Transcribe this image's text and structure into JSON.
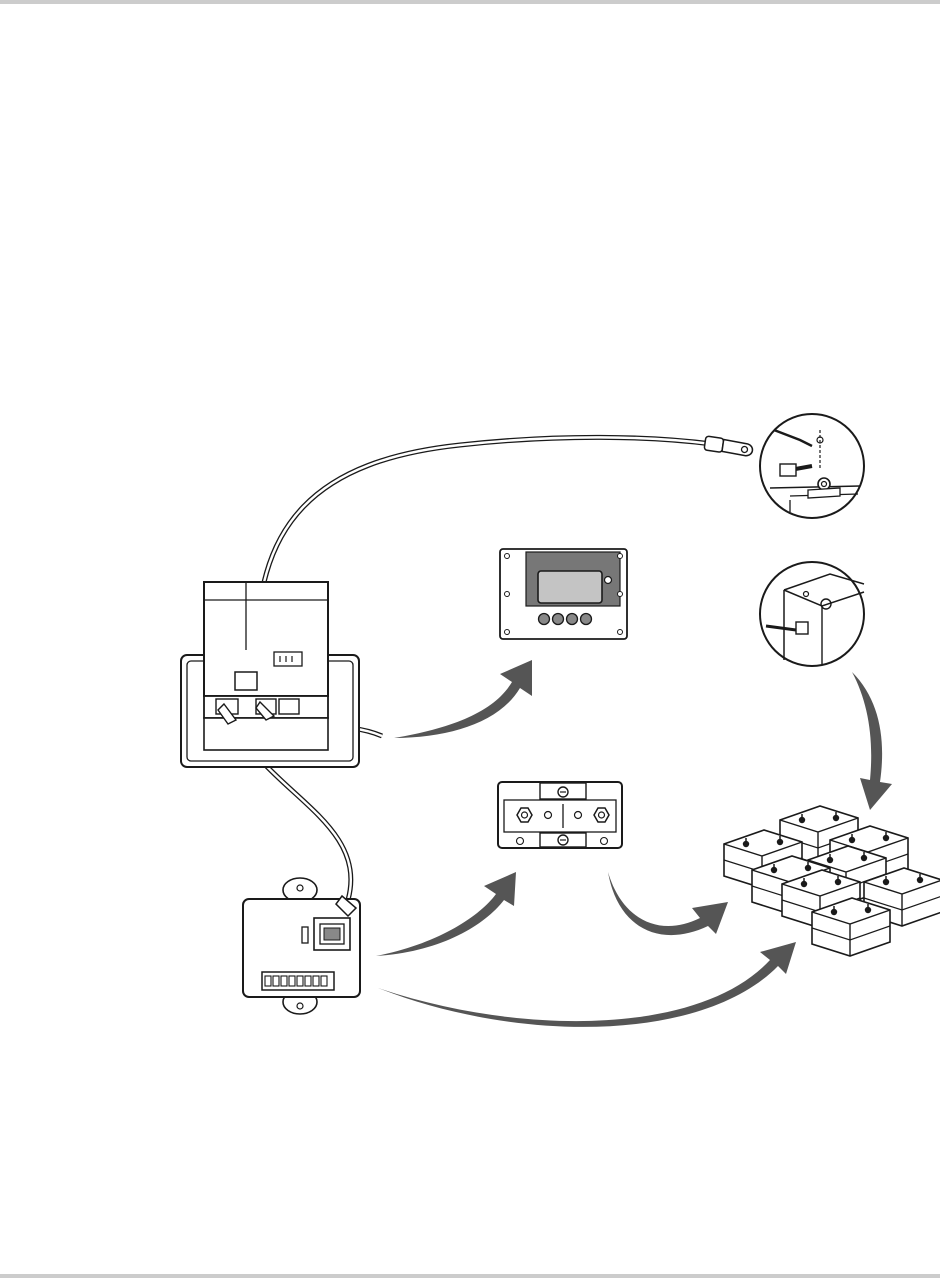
{
  "colors": {
    "rule": "#cccccc",
    "arrow": "#555555",
    "line": "#1a1a1a",
    "screen_dark": "#777777",
    "screen_light": "#c4c4c4",
    "panel_fill": "#ffffff"
  },
  "components": [
    {
      "id": "combination-box",
      "icon": "combination-box-icon"
    },
    {
      "id": "remote-panel",
      "icon": "remote-panel-icon"
    },
    {
      "id": "battery-temp-sensor-terminal",
      "icon": "temp-sensor-terminal-detail-icon"
    },
    {
      "id": "battery-temp-sensor-case",
      "icon": "temp-sensor-case-detail-icon"
    },
    {
      "id": "dc-shunt",
      "icon": "dc-shunt-icon"
    },
    {
      "id": "battery-bank",
      "icon": "battery-bank-icon"
    },
    {
      "id": "battery-monitor-module",
      "icon": "battery-monitor-module-icon"
    }
  ]
}
